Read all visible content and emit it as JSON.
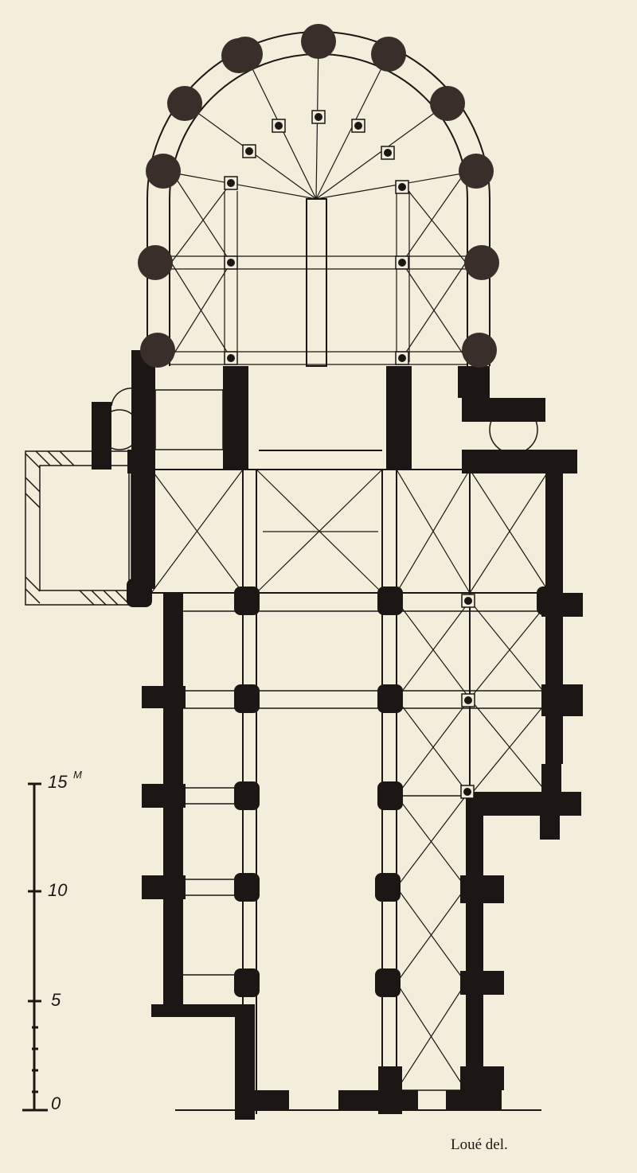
{
  "diagram": {
    "type": "architectural floor plan",
    "scale_bar": {
      "unit": "M",
      "ticks": [
        "15",
        "10",
        "5",
        "0"
      ]
    },
    "credit": "Loué del."
  },
  "colors": {
    "paper": "#f3eddb",
    "ink": "#1c1714",
    "apse_piers": "#3a2e2a"
  }
}
